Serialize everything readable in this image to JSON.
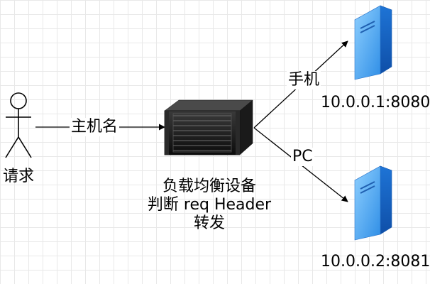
{
  "nodes": {
    "client": {
      "label": "请求"
    },
    "load_balancer": {
      "line1": "负载均衡设备",
      "line2": "判断 req Header",
      "line3": "转发"
    },
    "server_top": {
      "address": "10.0.0.1:8080"
    },
    "server_bottom": {
      "address": "10.0.0.2:8081"
    }
  },
  "edges": {
    "client_to_lb": "主机名",
    "lb_to_top": "手机",
    "lb_to_bottom": "PC"
  },
  "colors": {
    "server_light": "#5ab8f5",
    "server_dark": "#1c6fd1",
    "stroke": "#000000"
  }
}
